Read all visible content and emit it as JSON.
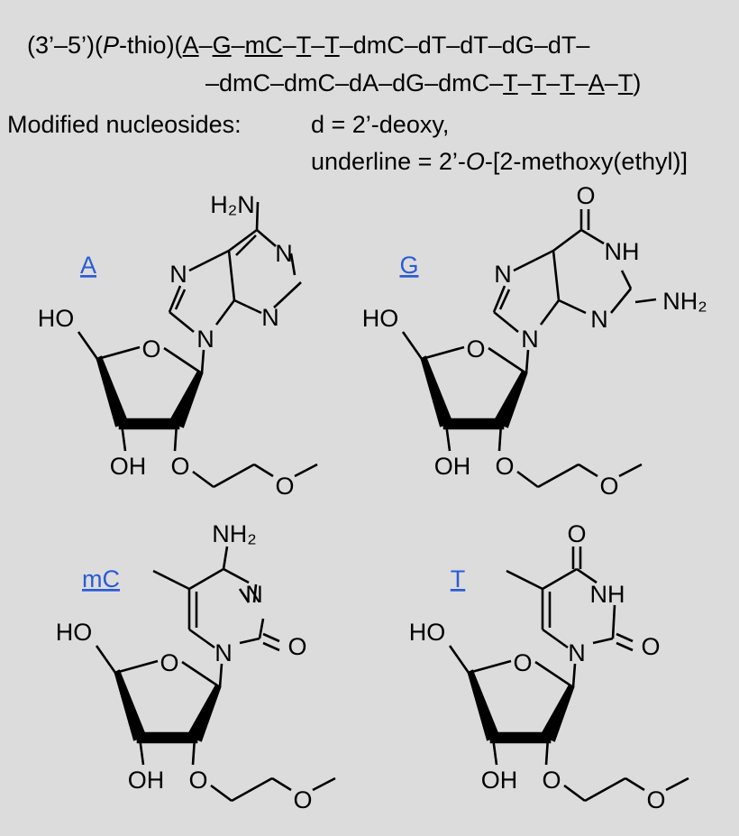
{
  "sequence": {
    "line1_prefix": "(3’–5’)(",
    "line1_p": "P",
    "line1_thio": "-thio)(",
    "line1_tokens": [
      "A",
      "–",
      "G",
      "–",
      "mC",
      "–",
      "T",
      "–",
      "T",
      "–dmC–dT–dT–dG–dT–"
    ],
    "line1_underline": [
      true,
      false,
      true,
      false,
      true,
      false,
      true,
      false,
      true,
      false
    ],
    "line2_tokens": [
      "–dmC–dmC–dA–dG–dmC–",
      "T",
      "–",
      "T",
      "–",
      "T",
      "–",
      "A",
      "–",
      "T",
      ")"
    ],
    "line2_underline": [
      false,
      true,
      false,
      true,
      false,
      true,
      false,
      true,
      false,
      true,
      false
    ]
  },
  "legend": {
    "label": "Modified nucleosides:",
    "d_def": "d = 2’-deoxy,",
    "ul_prefix": "underline = 2’-",
    "ul_o": "O",
    "ul_suffix": "-[2-methoxy(ethyl)]"
  },
  "structures": [
    {
      "label": "A",
      "atoms": {
        "h2n": "H₂N",
        "n1": "N",
        "n3": "N",
        "n7": "N",
        "n9": "N",
        "ho": "HO",
        "o_ring": "O",
        "oh": "OH",
        "o2": "O",
        "ome": "O"
      }
    },
    {
      "label": "G",
      "atoms": {
        "o6": "O",
        "nh": "NH",
        "nh2": "NH₂",
        "n3": "N",
        "n7": "N",
        "n9": "N",
        "ho": "HO",
        "o_ring": "O",
        "oh": "OH",
        "o2": "O",
        "ome": "O"
      }
    },
    {
      "label": "mC",
      "atoms": {
        "nh2": "NH₂",
        "n3": "N",
        "o2": "O",
        "n1": "N",
        "ho": "HO",
        "o_ring": "O",
        "oh": "OH",
        "o2p": "O",
        "ome": "O"
      }
    },
    {
      "label": "T",
      "atoms": {
        "o4": "O",
        "nh": "NH",
        "o2": "O",
        "n1": "N",
        "ho": "HO",
        "o_ring": "O",
        "oh": "OH",
        "o2p": "O",
        "ome": "O"
      }
    }
  ],
  "colors": {
    "background": "#dcdcdc",
    "link": "#2a5bd7",
    "ink": "#000000"
  }
}
